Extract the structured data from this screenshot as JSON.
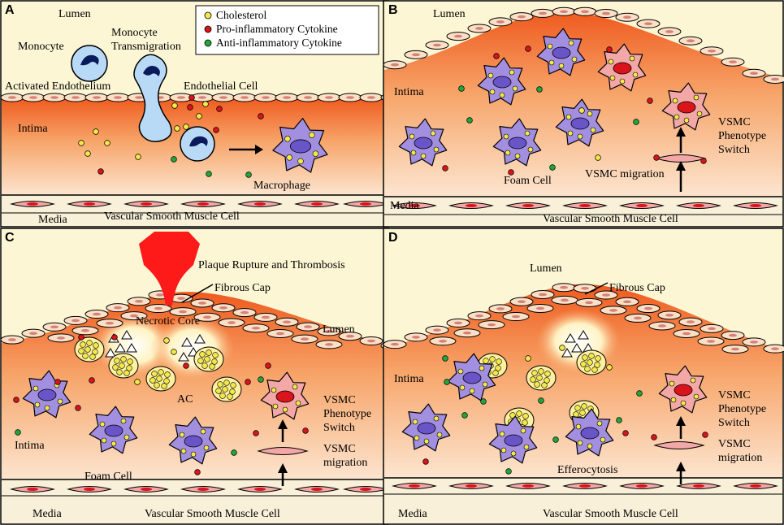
{
  "colors": {
    "cholesterol": "#f2e84a",
    "pro_inflammatory": "#d9141b",
    "anti_inflammatory": "#1fa83a",
    "macrophage": "#a38fe0",
    "vsmc": "#f4a7a7",
    "lumen": "#fdf6d4",
    "intima": "#f6a262",
    "media": "#f8f0d8",
    "thrombus": "#ff1a1a"
  },
  "legend": {
    "items": [
      {
        "label": "Cholesterol",
        "color": "#f2e84a"
      },
      {
        "label": "Pro-inflammatory Cytokine",
        "color": "#d9141b"
      },
      {
        "label": "Anti-inflammatory Cytokine",
        "color": "#1fa83a"
      }
    ]
  },
  "panels": {
    "a": {
      "letter": "A",
      "lumen": "Lumen",
      "monocyte": "Monocyte",
      "transmigration_1": "Monocyte",
      "transmigration_2": "Transmigration",
      "activated_endothelium": "Activated Endothelium",
      "endothelial_cell": "Endothelial Cell",
      "intima": "Intima",
      "macrophage": "Macrophage",
      "media": "Media",
      "vsmc": "Vascular Smooth Muscle Cell"
    },
    "b": {
      "letter": "B",
      "lumen": "Lumen",
      "intima": "Intima",
      "foam_cell": "Foam Cell",
      "vsmc_migration": "VSMC migration",
      "switch_1": "VSMC",
      "switch_2": "Phenotype",
      "switch_3": "Switch",
      "media": "Media",
      "vsmc": "Vascular Smooth Muscle Cell"
    },
    "c": {
      "letter": "C",
      "rupture": "Plaque Rupture and Thrombosis",
      "fibrous_cap": "Fibrous Cap",
      "necrotic_core": "Necrotic Core",
      "lumen": "Lumen",
      "ac": "AC",
      "intima": "Intima",
      "foam_cell": "Foam Cell",
      "switch_1": "VSMC",
      "switch_2": "Phenotype",
      "switch_3": "Switch",
      "migration_1": "VSMC",
      "migration_2": "migration",
      "media": "Media",
      "vsmc": "Vascular Smooth Muscle Cell"
    },
    "d": {
      "letter": "D",
      "lumen": "Lumen",
      "fibrous_cap": "Fibrous Cap",
      "intima": "Intima",
      "efferocytosis": "Efferocytosis",
      "switch_1": "VSMC",
      "switch_2": "Phenotype",
      "switch_3": "Switch",
      "migration_1": "VSMC",
      "migration_2": "migration",
      "media": "Media",
      "vsmc": "Vascular Smooth Muscle Cell"
    }
  }
}
